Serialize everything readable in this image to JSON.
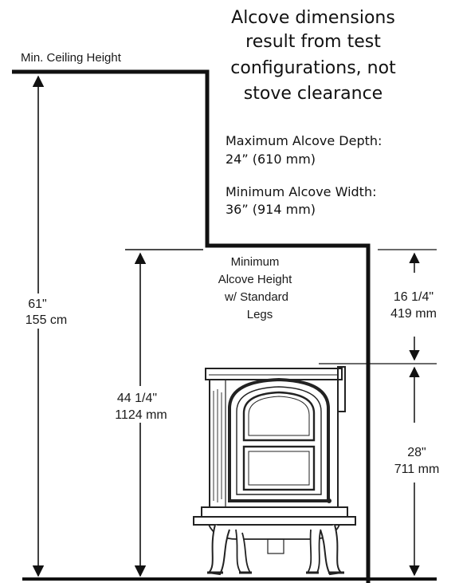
{
  "notes": {
    "heading_lines": [
      "Alcove dimensions",
      "result from test",
      "configurations, not",
      "stove clearance"
    ],
    "depth_label": "Maximum Alcove Depth:",
    "depth_value": "24”  (610 mm)",
    "width_label": "Minimum Alcove Width:",
    "width_value": "36” (914  mm)"
  },
  "labels": {
    "min_ceiling": "Min. Ceiling Height",
    "alcove_height_lines": [
      "Minimum",
      "Alcove Height",
      "w/ Standard",
      "Legs"
    ]
  },
  "dimensions": {
    "ceiling_height": {
      "imperial": "61\"",
      "metric": "155 cm"
    },
    "alcove_height": {
      "imperial": "44 1/4\"",
      "metric": "1124 mm"
    },
    "top_clearance": {
      "imperial": "16 1/4\"",
      "metric": "419 mm"
    },
    "stove_height": {
      "imperial": "28\"",
      "metric": "711 mm"
    }
  },
  "colors": {
    "line": "#111111",
    "stove": "#222222",
    "text": "#1a1a1a"
  }
}
